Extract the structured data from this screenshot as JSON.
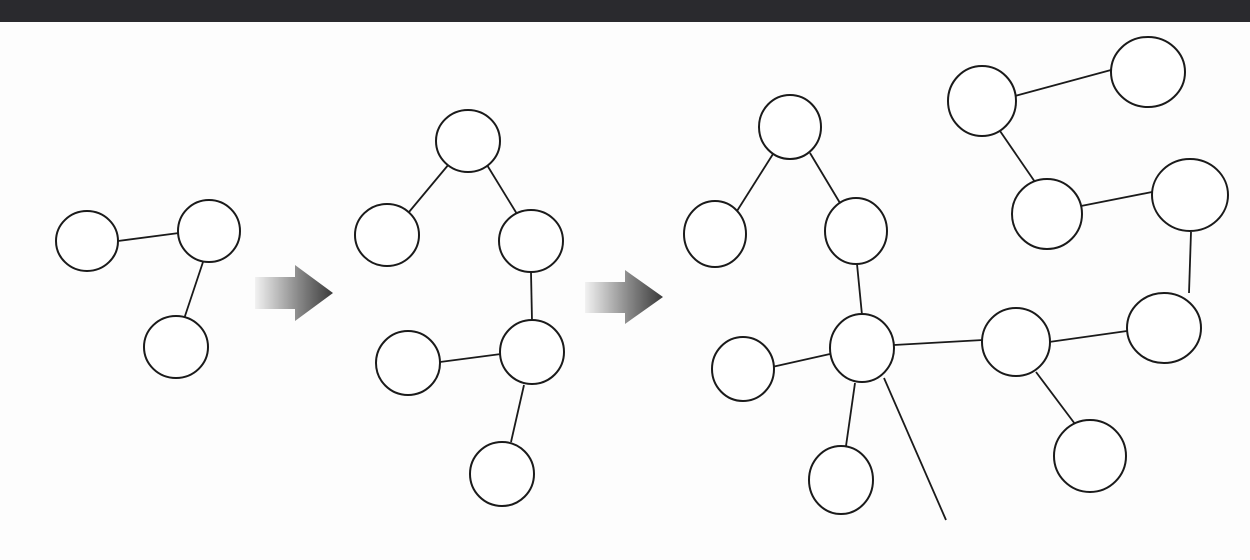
{
  "diagram": {
    "stages": [
      {
        "id": "stage-1",
        "node_count": 3,
        "edge_count": 2
      },
      {
        "id": "stage-2",
        "node_count": 6,
        "edge_count": 5
      },
      {
        "id": "stage-3",
        "node_count": 13,
        "edge_count": 13
      }
    ],
    "transitions": [
      {
        "from": "stage-1",
        "to": "stage-2",
        "icon": "right-arrow-icon"
      },
      {
        "from": "stage-2",
        "to": "stage-3",
        "icon": "right-arrow-icon"
      }
    ],
    "colors": {
      "top_bar": "#2a2a2e",
      "node_stroke": "#1a1a1a",
      "node_fill": "#ffffff",
      "arrow_dark": "#3a3a3a",
      "arrow_light": "#f2f2f2"
    }
  }
}
